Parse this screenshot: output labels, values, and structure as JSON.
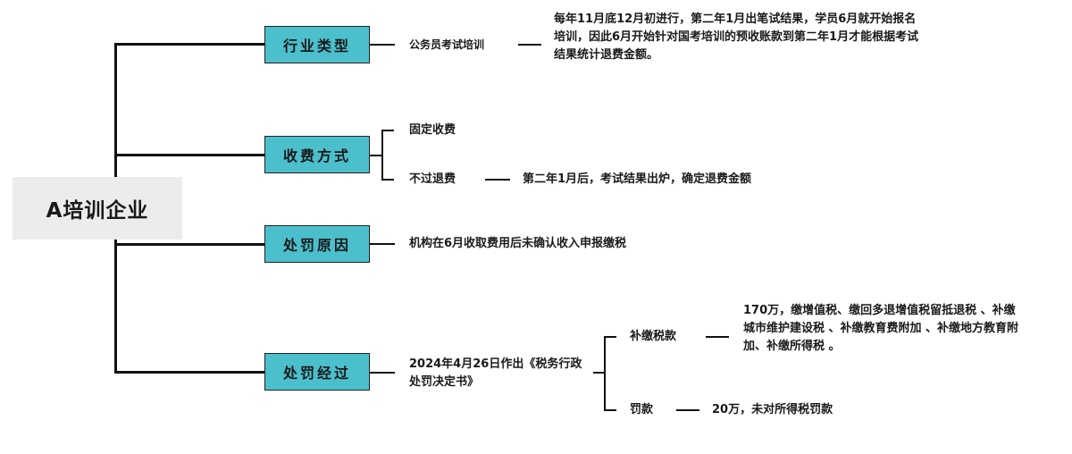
{
  "root": {
    "label": "A培训企业"
  },
  "categories": [
    {
      "label": "行业类型",
      "item": "公务员考试培训",
      "detail": "每年11月底12月初进行，第二年1月出笔试结果，学员6月就开始报名培训，因此6月开始针对国考培训的预收账款到第二年1月才能根据考试结果统计退费金额。"
    },
    {
      "label": "收费方式",
      "items": [
        "固定收费",
        "不过退费"
      ],
      "refund_detail": "第二年1月后，考试结果出炉，确定退费金额"
    },
    {
      "label": "处罚原因",
      "item": "机构在6月收取费用后未确认收入申报缴税"
    },
    {
      "label": "处罚经过",
      "item": "2024年4月26日作出《税务行政处罚决定书》",
      "subs": [
        {
          "label": "补缴税款",
          "detail": "170万，缴增值税、缴回多退增值税留抵退税 、补缴城市维护建设税 、补缴教育费附加 、补缴地方教育附加、补缴所得税 。"
        },
        {
          "label": "罚款",
          "detail": "20万，未对所得税罚款"
        }
      ]
    }
  ]
}
